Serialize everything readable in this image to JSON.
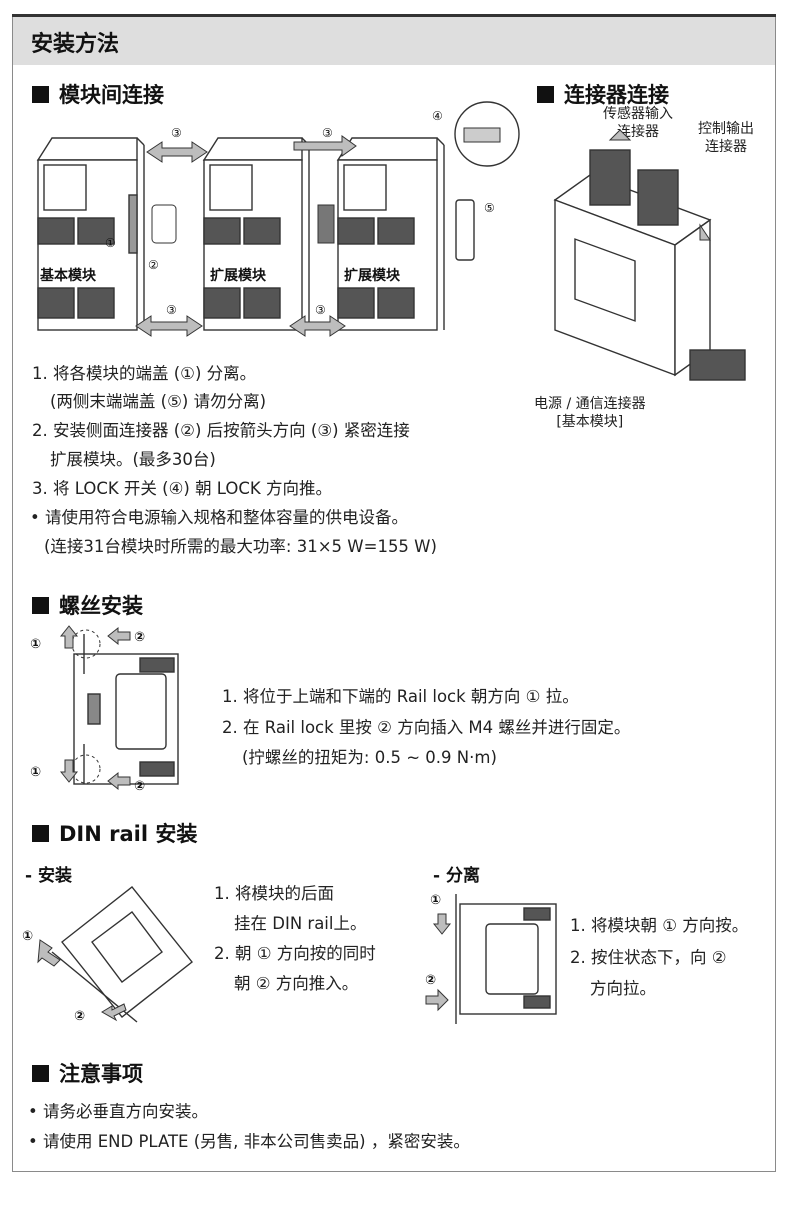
{
  "title": "安装方法",
  "sections": {
    "module_connect": "模块间连接",
    "connector_connect": "连接器连接",
    "screw_install": "螺丝安装",
    "din_install": "DIN rail 安装",
    "notes": "注意事项"
  },
  "module_labels": {
    "basic": "基本模块",
    "ext1": "扩展模块",
    "ext2": "扩展模块"
  },
  "callouts": {
    "c1": "①",
    "c2": "②",
    "c3": "③",
    "c4": "④",
    "c5": "⑤"
  },
  "connector_labels": {
    "sensor_l1": "传感器输入",
    "sensor_l2": "连接器",
    "control_l1": "控制输出",
    "control_l2": "连接器",
    "power_l1": "电源 / 通信连接器",
    "power_l2": "[基本模块]"
  },
  "module_steps": [
    "1. 将各模块的端盖 (①) 分离。",
    "(两侧末端端盖 (⑤) 请勿分离)",
    "2. 安装侧面连接器 (②) 后按箭头方向 (③) 紧密连接",
    "扩展模块。(最多30台)",
    "3. 将 LOCK 开关 (④) 朝 LOCK 方向推。",
    "• 请使用符合电源输入规格和整体容量的供电设备。",
    "(连接31台模块时所需的最大功率: 31×5 W=155 W)"
  ],
  "screw_steps": [
    "1. 将位于上端和下端的 Rail lock 朝方向 ① 拉。",
    "2. 在 Rail lock 里按 ② 方向插入 M4 螺丝并进行固定。",
    "(拧螺丝的扭矩为: 0.5 ~ 0.9 N·m)"
  ],
  "din": {
    "install_title": "- 安装",
    "install_steps": [
      "1. 将模块的后面",
      "挂在 DIN rail上。",
      "2. 朝 ① 方向按的同时",
      "朝 ② 方向推入。"
    ],
    "remove_title": "- 分离",
    "remove_steps": [
      "1. 将模块朝 ① 方向按。",
      "2. 按住状态下，向 ②",
      "方向拉。"
    ]
  },
  "notes": [
    "• 请务必垂直方向安装。",
    "• 请使用 END PLATE (另售, 非本公司售卖品) ，紧密安装。"
  ],
  "colors": {
    "titlebar_bg": "#dedede",
    "arrow_fill": "#bdbdbd",
    "text": "#222222"
  }
}
